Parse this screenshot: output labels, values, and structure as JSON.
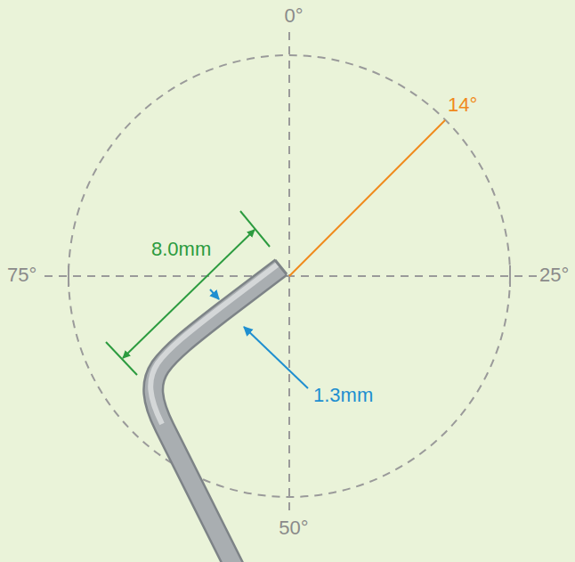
{
  "diagram": {
    "labels": [
      "0°",
      "75°",
      "25°",
      "50°",
      "14°",
      "8.0mm",
      "1.3mm"
    ]
  }
}
